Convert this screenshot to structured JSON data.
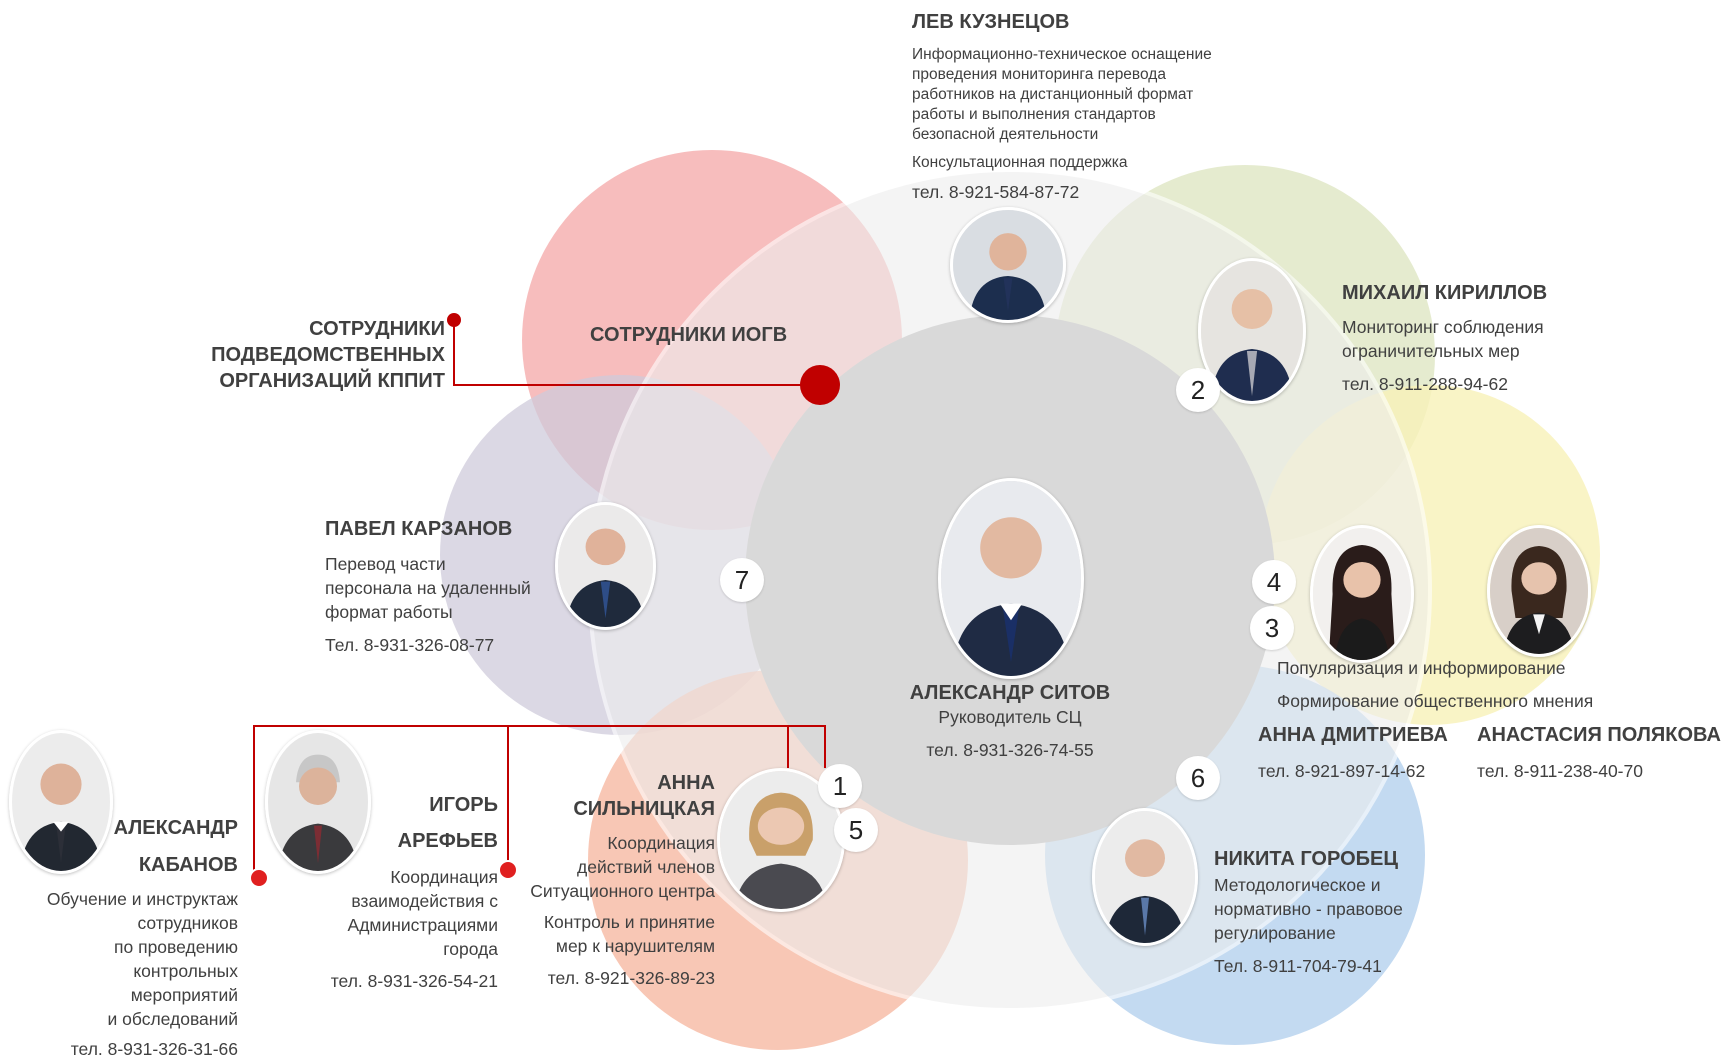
{
  "colors": {
    "accent": "#c00000",
    "center_circle": "#d9d9d9",
    "pink": "#f4a7a7",
    "lavender": "#cfcbdb",
    "olive": "#dfe6c3",
    "yellow": "#f7f1b8",
    "blue": "#b8d4ee",
    "salmon": "#f6b49c",
    "big_ring": "#efefef"
  },
  "groups": {
    "iogv": "СОТРУДНИКИ ИОГВ",
    "kppit": [
      "СОТРУДНИКИ",
      "ПОДВЕДОМСТВЕННЫХ",
      "ОРГАНИЗАЦИЙ КППИТ"
    ]
  },
  "people": {
    "sitov": {
      "name": "АЛЕКСАНДР СИТОВ",
      "role": "Руководитель СЦ",
      "phone": "тел. 8-931-326-74-55"
    },
    "kuznetsov": {
      "name": "ЛЕВ КУЗНЕЦОВ",
      "duties": [
        "Информационно-техническое оснащение",
        "проведения мониторинга перевода",
        "работников на дистанционный формат",
        "работы и выполнения стандартов",
        "безопасной деятельности"
      ],
      "duty2": "Консультационная поддержка",
      "phone": "тел. 8-921-584-87-72"
    },
    "kirillov": {
      "name": "МИХАИЛ КИРИЛЛОВ",
      "duties": [
        "Мониторинг соблюдения",
        "ограничительных мер"
      ],
      "phone": "тел. 8-911-288-94-62"
    },
    "karzanov": {
      "name": "ПАВЕЛ КАРЗАНОВ",
      "duties": [
        "Перевод части",
        "персонала на удаленный",
        "формат работы"
      ],
      "phone": "Тел. 8-931-326-08-77"
    },
    "dmitrieva": {
      "name": "АННА ДМИТРИЕВА",
      "phone": "тел. 8-921-897-14-62"
    },
    "polyakova": {
      "name": "АНАСТАСИЯ ПОЛЯКОВА",
      "phone": "тел. 8-911-238-40-70"
    },
    "shared_duties": [
      "Популяризация и информирование",
      "Формирование общественного мнения"
    ],
    "gorobets": {
      "name": "НИКИТА ГОРОБЕЦ",
      "duties": [
        "Методологическое и",
        "нормативно - правовое",
        "регулирование"
      ],
      "phone": "Тел. 8-911-704-79-41"
    },
    "silnitskaya": {
      "name": [
        "АННА",
        "СИЛЬНИЦКАЯ"
      ],
      "duties": [
        "Координация",
        "действий членов",
        "Ситуационного центра"
      ],
      "duty2": [
        "Контроль и принятие",
        "мер к нарушителям"
      ],
      "phone": "тел. 8-921-326-89-23"
    },
    "arefiev": {
      "name": [
        "ИГОРЬ",
        "АРЕФЬЕВ"
      ],
      "duties": [
        "Координация",
        "взаимодействия с",
        "Администрациями",
        "города"
      ],
      "phone": "тел. 8-931-326-54-21"
    },
    "kabanov": {
      "name": [
        "АЛЕКСАНДР",
        "КАБАНОВ"
      ],
      "duties": [
        "Обучение и инструктаж",
        "сотрудников",
        "по проведению",
        "контрольных",
        "мероприятий",
        "и обследований"
      ],
      "phone": "тел.  8-931-326-31-66"
    }
  },
  "badges": [
    "1",
    "2",
    "3",
    "4",
    "5",
    "6",
    "7"
  ]
}
